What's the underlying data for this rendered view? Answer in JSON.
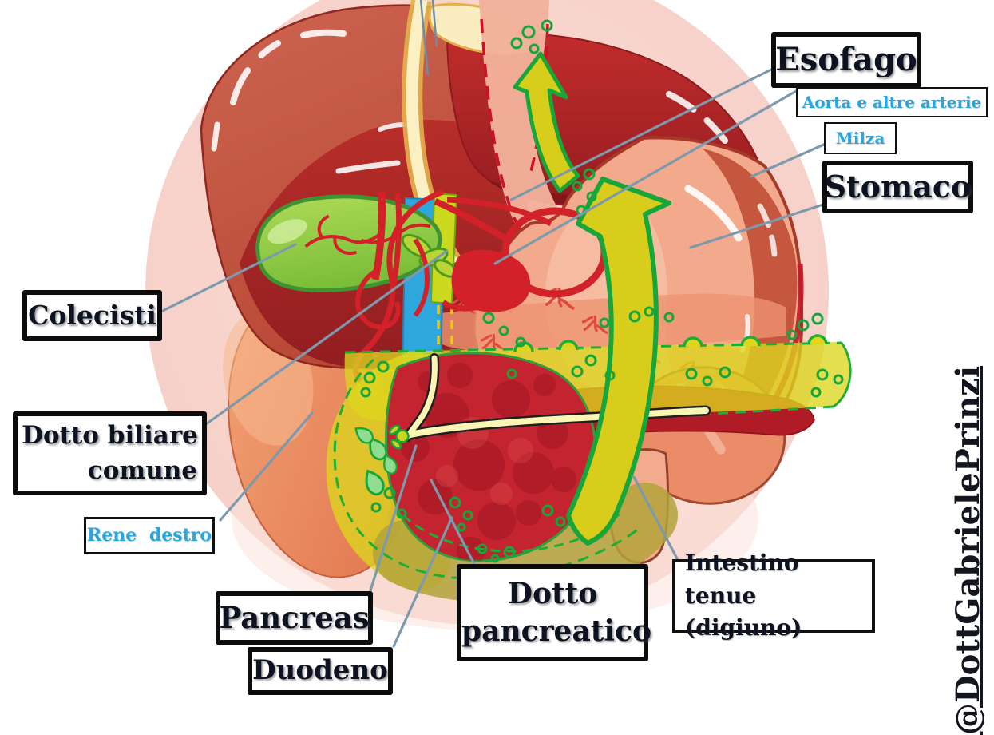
{
  "labels": {
    "esofago": "Esofago",
    "aorta": "Aorta e altre arterie",
    "milza": "Milza",
    "stomaco": "Stomaco",
    "colecisti": "Colecisti",
    "dotto_biliare_1": "Dotto biliare",
    "dotto_biliare_2": "comune",
    "rene_destro": "Rene destro",
    "pancreas": "Pancreas",
    "duodeno": "Duodeno",
    "dotto_pancreatico_1": "Dotto",
    "dotto_pancreatico_2": "pancreatico",
    "intestino_1": "Intestino tenue",
    "intestino_2": "(digiuno)"
  },
  "watermark": "@DottGabrielePrinzi",
  "colors": {
    "backdrop_pink": "#f7d3cb",
    "label_cyan": "#29a7dc",
    "leader_line": "#7d99ad",
    "liver_red": "#c12d2c",
    "stomach_salmon": "#f3a98c",
    "gallbladder_green": "#8cc63f",
    "highlight_yellow": "#dcd61d",
    "olive_duodenum": "#b3a23a",
    "flow_green": "#17a63a",
    "arrow_yellow": "#d9cd1c",
    "portal_blue": "#2ea7df",
    "artery_red": "#d3212a",
    "duct_pale_yellow": "#fdf5b4"
  }
}
